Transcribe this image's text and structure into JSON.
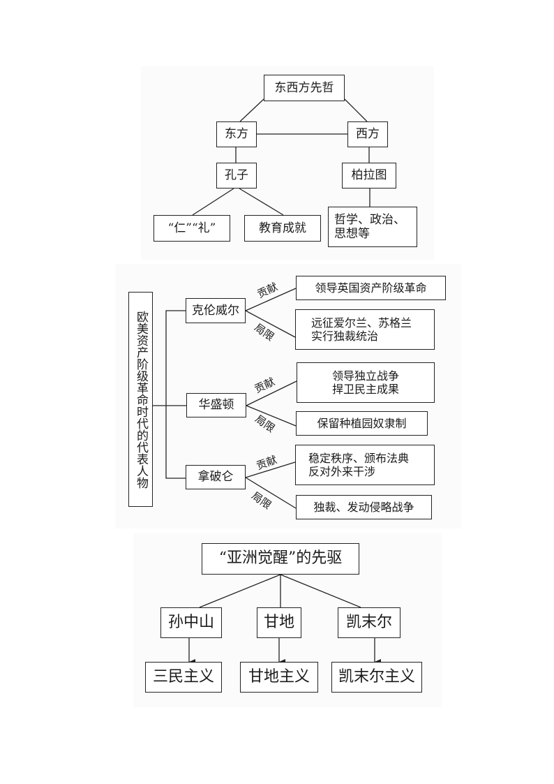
{
  "diagram1": {
    "root": "东西方先哲",
    "east": "东方",
    "west": "西方",
    "east_person": "孔子",
    "west_person": "柏拉图",
    "east_ideas": [
      "“仁”“礼”",
      "教育成就"
    ],
    "west_ideas": "哲学、政治、\n思想等"
  },
  "diagram2": {
    "root": "欧美资产阶级革命时代的代表人物",
    "contribution_label": "贡献",
    "limitation_label": "局限",
    "figures": [
      {
        "name": "克伦威尔",
        "contribution": "领导英国资产阶级革命",
        "limitation": "远征爱尔兰、苏格兰\n实行独裁统治"
      },
      {
        "name": "华盛顿",
        "contribution": "领导独立战争\n捍卫民主成果",
        "limitation": "保留种植园奴隶制"
      },
      {
        "name": "拿破仑",
        "contribution": "稳定秩序、颁布法典\n反对外来干涉",
        "limitation": "独裁、发动侵略战争"
      }
    ]
  },
  "diagram3": {
    "root": "“亚洲觉醒”的先驱",
    "pioneers": [
      {
        "name": "孙中山",
        "doctrine": "三民主义"
      },
      {
        "name": "甘地",
        "doctrine": "甘地主义"
      },
      {
        "name": "凯末尔",
        "doctrine": "凯末尔主义"
      }
    ]
  }
}
